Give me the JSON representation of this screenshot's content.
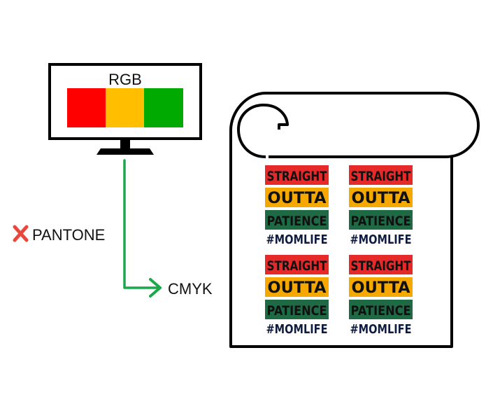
{
  "monitor": {
    "label": "RGB",
    "swatch_colors": [
      "#ff0000",
      "#ffbf00",
      "#00aa00"
    ]
  },
  "rejected": {
    "label": "PANTONE",
    "icon": "x-mark-icon",
    "color": "#e8473b"
  },
  "output": {
    "label": "CMYK",
    "arrow_color": "#1aa84a"
  },
  "print_design": {
    "copies": 4,
    "lines": [
      {
        "text": "STRAIGHT",
        "band": "#e62a2a",
        "text_color": "#111111"
      },
      {
        "text": "OUTTA",
        "band": "#f5a800",
        "text_color": "#111111"
      },
      {
        "text": "PATIENCE",
        "band": "#1d6a44",
        "text_color": "#111111"
      }
    ],
    "hashtag": "#MOMLIFE",
    "hashtag_color": "#0f1c40"
  }
}
